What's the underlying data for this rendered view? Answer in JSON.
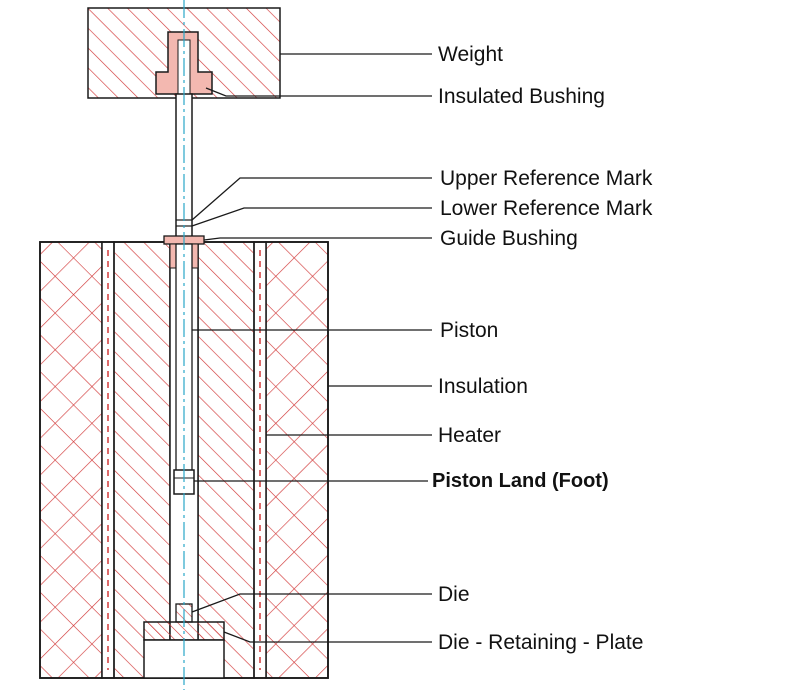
{
  "labels": {
    "weight": "Weight",
    "insulated_bushing": "Insulated Bushing",
    "upper_reference_mark": "Upper Reference Mark",
    "lower_reference_mark": "Lower Reference Mark",
    "guide_bushing": "Guide Bushing",
    "piston": "Piston",
    "insulation": "Insulation",
    "heater": "Heater",
    "piston_land": "Piston Land (Foot)",
    "die": "Die",
    "die_retaining_plate": "Die - Retaining - Plate"
  },
  "colors": {
    "hatch": "#d23a3a",
    "outline": "#1a1a1a",
    "centerline": "#2aa7c9",
    "bushing_fill": "#f3b8b0"
  }
}
